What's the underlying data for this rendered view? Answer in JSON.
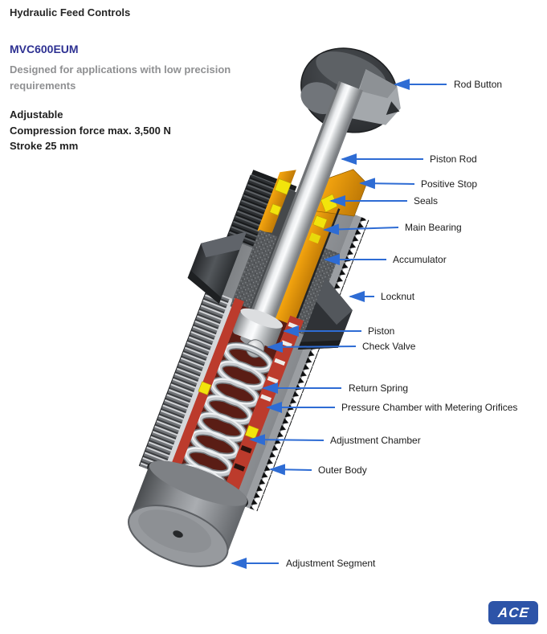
{
  "header": {
    "title": "Hydraulic Feed Controls",
    "model": "MVC600EUM",
    "description": "Designed for applications with low precision requirements",
    "features": {
      "line1": "Adjustable",
      "line2": "Compression force max. 3,500 N",
      "line3": "Stroke 25 mm"
    }
  },
  "diagram": {
    "description": "Cutaway 3D illustration of an adjustable hydraulic feed control shock absorber",
    "callouts": [
      {
        "label": "Rod Button"
      },
      {
        "label": "Piston Rod"
      },
      {
        "label": "Positive Stop"
      },
      {
        "label": "Seals"
      },
      {
        "label": "Main Bearing"
      },
      {
        "label": "Accumulator"
      },
      {
        "label": "Locknut"
      },
      {
        "label": "Piston"
      },
      {
        "label": "Check Valve"
      },
      {
        "label": "Return Spring"
      },
      {
        "label": "Pressure Chamber with Metering Orifices"
      },
      {
        "label": "Adjustment Chamber"
      },
      {
        "label": "Outer Body"
      },
      {
        "label": "Adjustment Segment"
      }
    ],
    "colors": {
      "arrow_blue": "#2e6cd4",
      "model_blue": "#2e3192",
      "logo_blue": "#2d54a8",
      "seal_orange": "#e8920c",
      "seal_yellow": "#f2e40c",
      "chamber_red": "#bc3b2c",
      "chamber_maroon": "#5a1d15"
    }
  },
  "footer": {
    "logo_text": "ACE"
  }
}
